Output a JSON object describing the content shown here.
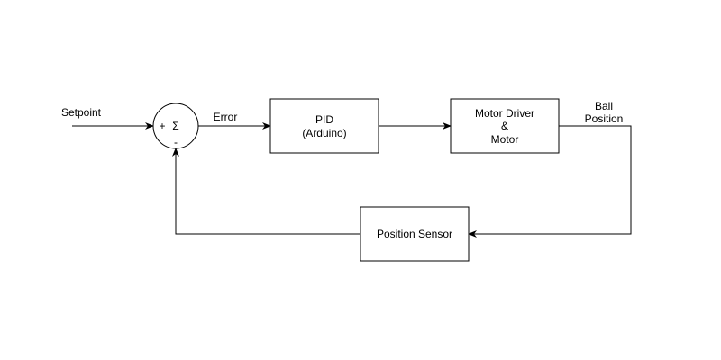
{
  "labels": {
    "setpoint": "Setpoint",
    "error": "Error",
    "ball_position_line1": "Ball",
    "ball_position_line2": "Position"
  },
  "summing_junction": {
    "symbol": "Σ",
    "plus_sign": "+",
    "minus_sign": "-"
  },
  "blocks": {
    "pid": {
      "line1": "PID",
      "line2": "(Arduino)"
    },
    "motor": {
      "line1": "Motor Driver",
      "line2": "&",
      "line3": "Motor"
    },
    "sensor": {
      "line1": "Position Sensor"
    }
  }
}
